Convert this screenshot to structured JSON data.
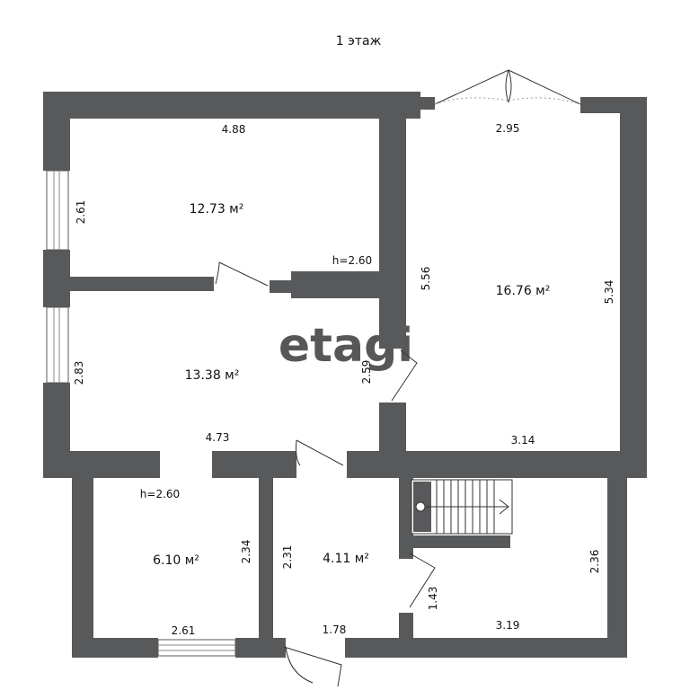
{
  "title": "1 этаж",
  "watermark": "etagi",
  "colors": {
    "wall": "#58595b",
    "text": "#111111",
    "background": "#ffffff"
  },
  "rooms": [
    {
      "id": "room-a",
      "area": "12.73 м²",
      "width": "4.88",
      "depth": "2.61",
      "height": "h=2.60"
    },
    {
      "id": "room-b",
      "area": "16.76 м²",
      "width": "2.95",
      "bottom": "3.14",
      "left": "5.56",
      "right": "5.34"
    },
    {
      "id": "room-c",
      "area": "13.38 м²",
      "bottom": "4.73",
      "left": "2.83",
      "right": "2.59"
    },
    {
      "id": "room-d",
      "area": "6.10 м²",
      "bottom": "2.61",
      "right": "2.34",
      "height": "h=2.60"
    },
    {
      "id": "room-e",
      "area": "4.11 м²",
      "left": "2.31",
      "bottom": "1.78",
      "right": "1.43"
    },
    {
      "id": "room-f",
      "bottom": "3.19",
      "right": "2.36"
    }
  ]
}
